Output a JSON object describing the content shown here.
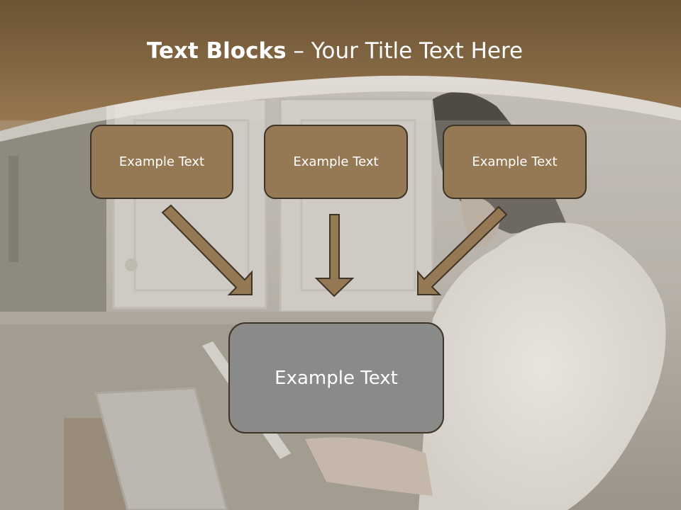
{
  "title": {
    "bold": "Text Blocks",
    "dash": " – ",
    "rest": "Your Title Text Here"
  },
  "blocks": {
    "top": [
      "Example Text",
      "Example Text",
      "Example Text"
    ],
    "main": "Example Text"
  },
  "colors": {
    "header": "#7e5f3b",
    "box_fill": "#957854",
    "box_border": "#3e3427",
    "main_fill": "#8a8a88",
    "arrow_fill": "#957854"
  }
}
